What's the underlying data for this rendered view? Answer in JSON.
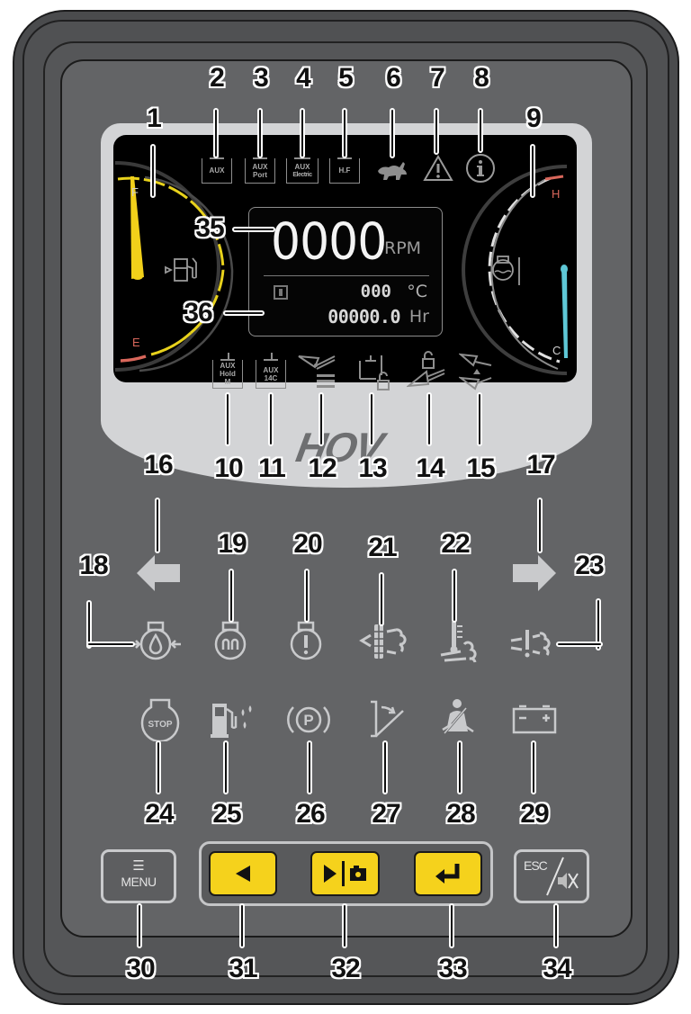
{
  "diagram": {
    "subject": "Instrument panel / display controller component callouts",
    "brand_logo": "HOV"
  },
  "display": {
    "rpm": {
      "value": "0000",
      "unit": "RPM"
    },
    "coolant_temp": {
      "value": "000",
      "unit": "°C"
    },
    "hour_meter": {
      "value": "00000.0",
      "unit": "Hr"
    },
    "fuel_gauge": {
      "full_label": "F",
      "empty_label": "E",
      "needle_color": "#f1d01a",
      "scale_color": "#e8d21c",
      "empty_zone_color": "#d9675b"
    },
    "temp_gauge": {
      "hot_label": "H",
      "cold_label": "C",
      "needle_color": "#5ec7d6",
      "hot_zone_color": "#d9675b"
    },
    "aux_icons": {
      "aux": "AUX",
      "aux_port": [
        "AUX",
        "Port"
      ],
      "aux_electric": [
        "AUX",
        "Electric"
      ],
      "hf": "H.F",
      "aux_hold_m": [
        "AUX",
        "Hold",
        "M"
      ],
      "aux_14c": [
        "AUX",
        "14C"
      ]
    }
  },
  "buttons": {
    "menu": {
      "label": "MENU",
      "icon": "menu-icon"
    },
    "left": {
      "icon": "left-triangle-icon"
    },
    "right_camera": {
      "icon": "right-triangle-camera-icon"
    },
    "enter": {
      "icon": "enter-return-icon"
    },
    "esc_mute": {
      "label": "ESC",
      "icon": "mute-icon"
    }
  },
  "callouts": [
    {
      "n": "1",
      "target": "fuel-gauge"
    },
    {
      "n": "2",
      "target": "aux-indicator"
    },
    {
      "n": "3",
      "target": "aux-port-indicator"
    },
    {
      "n": "4",
      "target": "aux-electric-indicator"
    },
    {
      "n": "5",
      "target": "hf-indicator"
    },
    {
      "n": "6",
      "target": "rabbit-high-speed-indicator"
    },
    {
      "n": "7",
      "target": "warning-triangle-indicator"
    },
    {
      "n": "8",
      "target": "info-indicator"
    },
    {
      "n": "9",
      "target": "coolant-temp-gauge"
    },
    {
      "n": "10",
      "target": "aux-hold-m-indicator"
    },
    {
      "n": "11",
      "target": "aux-14c-indicator"
    },
    {
      "n": "12",
      "target": "bucket-float-indicator"
    },
    {
      "n": "13",
      "target": "aux-lock-indicator"
    },
    {
      "n": "14",
      "target": "bucket-unlock-indicator"
    },
    {
      "n": "15",
      "target": "bucket-position-indicator"
    },
    {
      "n": "16",
      "target": "left-turn-signal"
    },
    {
      "n": "17",
      "target": "right-turn-signal"
    },
    {
      "n": "18",
      "target": "engine-oil-pressure-warning"
    },
    {
      "n": "19",
      "target": "glow-plug-indicator"
    },
    {
      "n": "20",
      "target": "engine-warning"
    },
    {
      "n": "21",
      "target": "dpf-regeneration-indicator"
    },
    {
      "n": "22",
      "target": "exhaust-temp-indicator"
    },
    {
      "n": "23",
      "target": "exhaust-warning"
    },
    {
      "n": "24",
      "target": "engine-stop-warning"
    },
    {
      "n": "25",
      "target": "water-in-fuel-warning"
    },
    {
      "n": "26",
      "target": "parking-brake-indicator"
    },
    {
      "n": "27",
      "target": "boom-position-indicator"
    },
    {
      "n": "28",
      "target": "seat-belt-warning"
    },
    {
      "n": "29",
      "target": "battery-charge-warning"
    },
    {
      "n": "30",
      "target": "menu-button"
    },
    {
      "n": "31",
      "target": "left-button"
    },
    {
      "n": "32",
      "target": "right-camera-button"
    },
    {
      "n": "33",
      "target": "enter-button"
    },
    {
      "n": "34",
      "target": "esc-mute-button"
    },
    {
      "n": "35",
      "target": "rpm-display"
    },
    {
      "n": "36",
      "target": "temp-hour-display"
    }
  ],
  "indicator_icons": {
    "16": "left-arrow-icon",
    "17": "right-arrow-icon",
    "18": "oil-pressure-icon",
    "19": "glow-plug-icon",
    "20": "engine-warning-icon",
    "21": "dpf-icon",
    "22": "exhaust-temp-icon",
    "23": "exhaust-warning-icon",
    "24": "stop-icon",
    "25": "water-in-fuel-icon",
    "26": "parking-brake-icon",
    "27": "boom-icon",
    "28": "seatbelt-icon",
    "29": "battery-icon"
  },
  "colors": {
    "panel": "#636466",
    "bezel": "#d3d4d6",
    "screen": "#000000",
    "button_yellow": "#f5d21c",
    "indicator_gray": "#c9cacc"
  }
}
